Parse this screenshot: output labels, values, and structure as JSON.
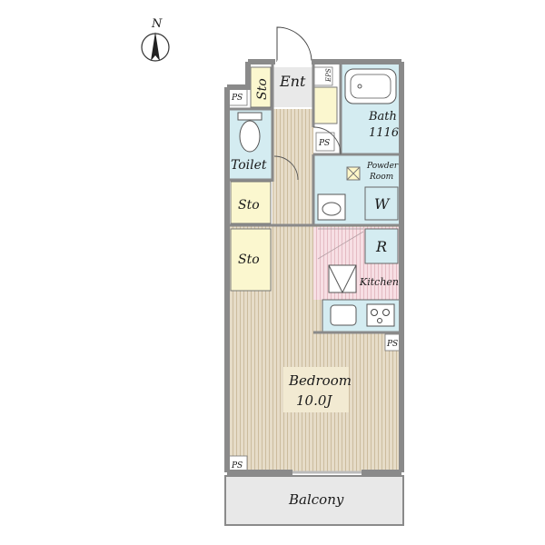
{
  "compass": {
    "label": "N"
  },
  "rooms": {
    "entrance": "Ent",
    "storage_top": "Sto",
    "bath": "Bath",
    "bath_size": "1116",
    "toilet": "Toilet",
    "powder_room_line1": "Powder",
    "powder_room_line2": "Room",
    "washer": "W",
    "storage_mid": "Sto",
    "storage_low": "Sto",
    "refrigerator": "R",
    "kitchen": "Kitchen",
    "bedroom": "Bedroom",
    "bedroom_size": "10.0J",
    "balcony": "Balcony"
  },
  "tags": {
    "eps": "EPS",
    "ps": "PS"
  },
  "colors": {
    "wall": "#8a8a8a",
    "floor_wood": "#e6dcc8",
    "floor_stripe": "#c9b99a",
    "wet_area": "#d4ecf1",
    "storage": "#fbf7cf",
    "kitchen": "#f7dfe4",
    "balcony": "#e8e8e8"
  }
}
